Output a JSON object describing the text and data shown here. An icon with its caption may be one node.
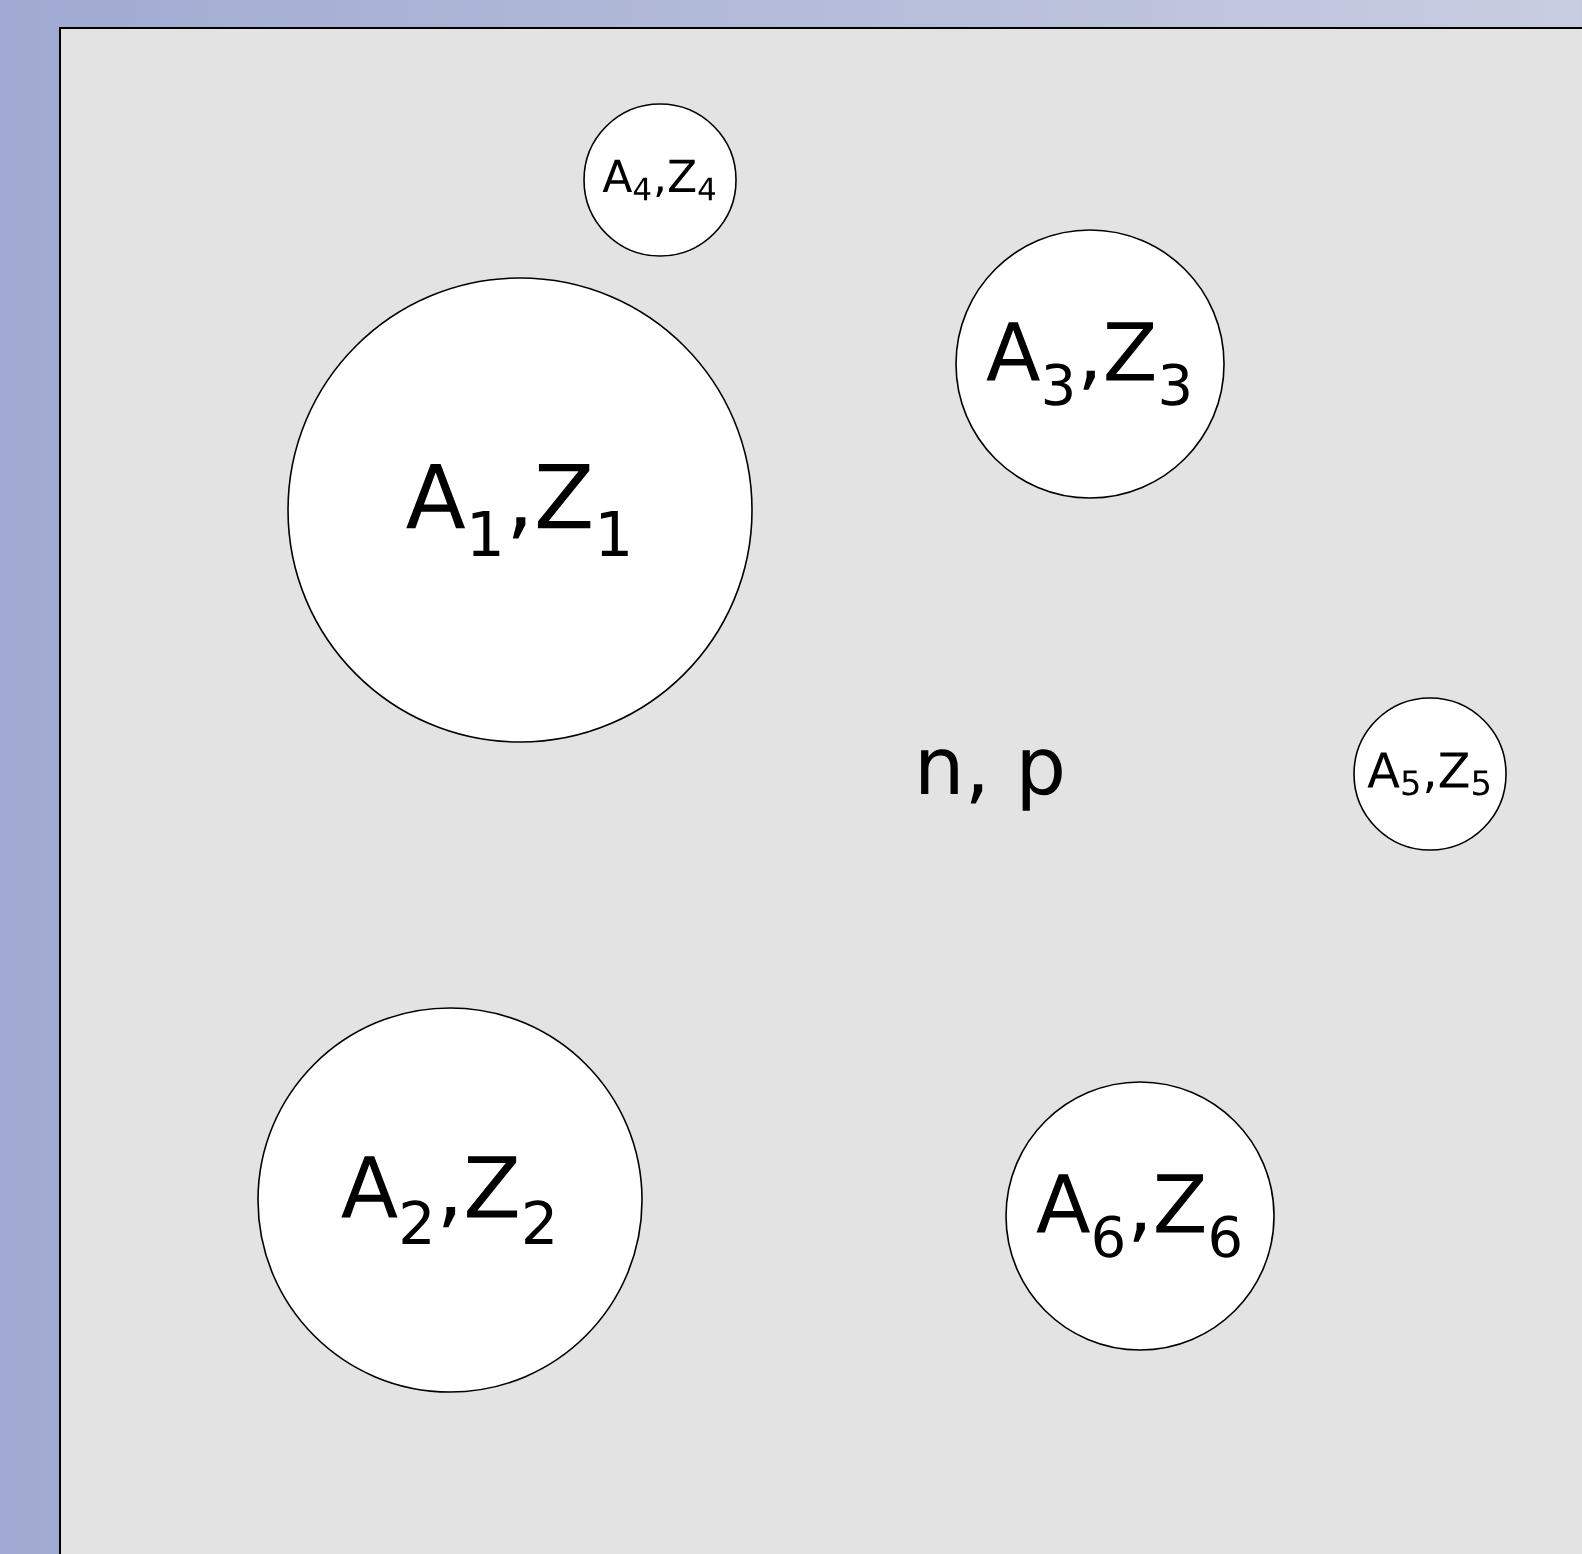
{
  "diagram": {
    "nodes": [
      {
        "text": [
          "A$_{4}$,Z$_{4}$"
        ]
      },
      {
        "text": [
          "A$_{3}$,Z$_{3}$"
        ]
      },
      {
        "text": [
          "A$_{1}$,Z$_{1}$"
        ]
      },
      {
        "text": [
          "A$_{5}$,Z$_{5}$"
        ]
      },
      {
        "text": [
          "A$_{2}$,Z$_{2}$"
        ]
      },
      {
        "text": [
          "A$_{6}$,Z$_{6}$"
        ]
      }
    ],
    "labels": [
      "n, p"
    ]
  }
}
